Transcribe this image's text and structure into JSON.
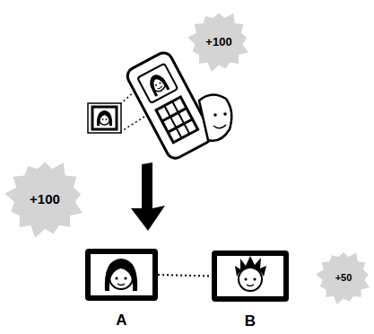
{
  "diagram": {
    "nodes": [
      {
        "text": [
          "+100"
        ]
      },
      {
        "text": [
          "+100"
        ]
      },
      {
        "text": [
          "A"
        ]
      },
      {
        "text": [
          "B"
        ]
      },
      {
        "text": [
          "+50"
        ]
      }
    ],
    "edges": [
      {
        "from": 2,
        "to": 3,
        "arrow": "none"
      }
    ]
  }
}
